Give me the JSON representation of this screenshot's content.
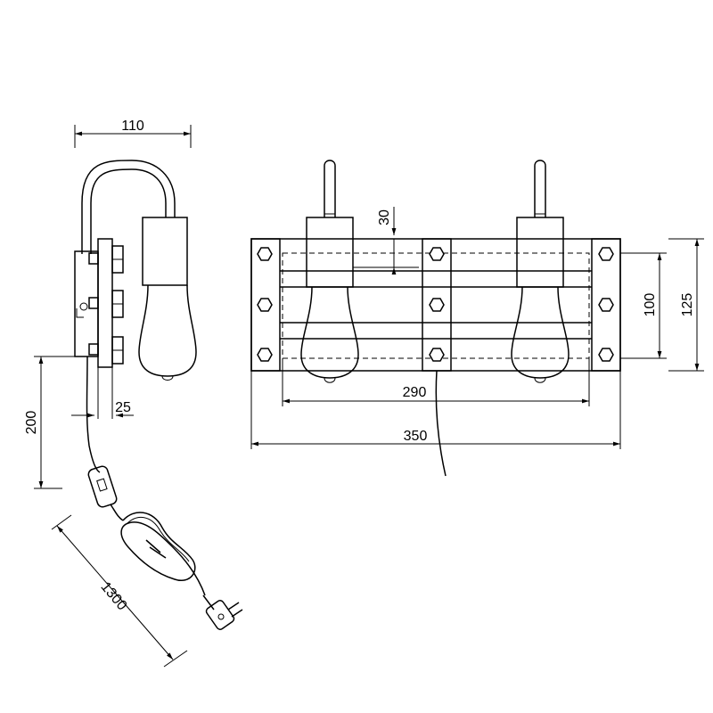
{
  "dimensions": {
    "side_width": "110",
    "side_offset": "25",
    "side_height": "200",
    "cable_length": "1300",
    "front_top": "30",
    "front_inner_width": "290",
    "front_total_width": "350",
    "front_inner_height": "100",
    "front_total_height": "125"
  }
}
